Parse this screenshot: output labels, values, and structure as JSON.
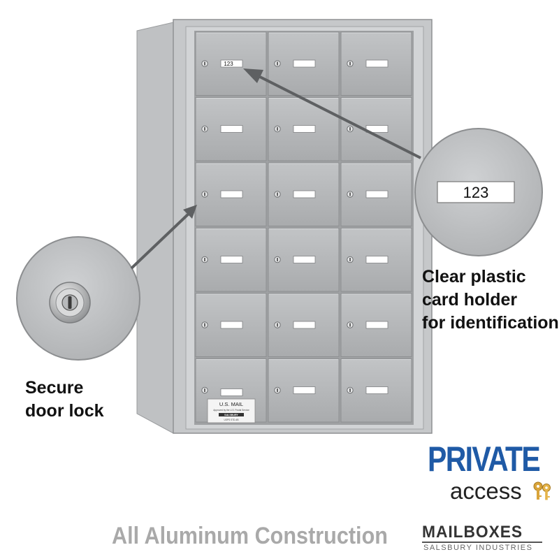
{
  "cabinet": {
    "rows": 6,
    "cols": 3,
    "door_color": "#b4b6b8",
    "frame_color": "#c3c5c7",
    "shadow_color": "#9a9c9e"
  },
  "door_label": "123",
  "mail_plate": {
    "title": "U.S. MAIL",
    "line1": "Approved by the U.S. Postal Service",
    "brand": "SALSBURY",
    "line2": "USPS STD-4B"
  },
  "zoom_card_label": "123",
  "callouts": {
    "lock": [
      "Secure",
      "door lock"
    ],
    "card": [
      "Clear plastic",
      "card holder",
      "for identification"
    ]
  },
  "private_logo": {
    "word": "PRIVATE",
    "sub": "access",
    "color": "#1f5aa6",
    "key_color": "#d9a43a"
  },
  "footer_caption": "All Aluminum Construction",
  "brand": {
    "name": "MAILBOXES",
    "sub": "SALSBURY INDUSTRIES"
  }
}
